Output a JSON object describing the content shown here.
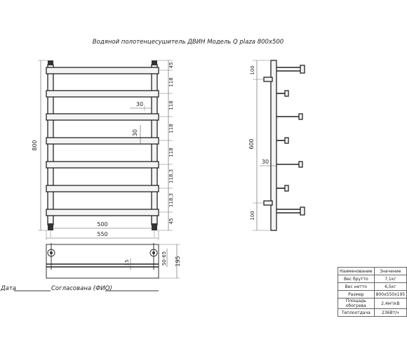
{
  "title": "Водяной полотенцесушитель ДВИН Модель Q plaza 800x500",
  "front_view": {
    "total_height": "800",
    "spacings_right": [
      "45",
      "118",
      "118",
      "118",
      "118",
      "118,3",
      "118,3",
      "45"
    ],
    "inner_width": "500",
    "outer_width": "550",
    "label_30_top": "30",
    "label_30_mid": "30"
  },
  "side_view": {
    "top": "100",
    "middle": "600",
    "bottom": "100",
    "label_30": "30"
  },
  "top_view": {
    "label_15": "15",
    "label_50_65": "50-65",
    "label_195": "195"
  },
  "bottom_line": {
    "date": "Дата",
    "agreed": "Согласована (ФИО)"
  },
  "spec_table": {
    "header": [
      "Наименование",
      "Значение"
    ],
    "rows": [
      [
        "Вес брутто",
        "7,1кг"
      ],
      [
        "Вес нетто",
        "6,5кг"
      ],
      [
        "Размер",
        "800x550x195"
      ],
      [
        "Площадь обогрева",
        "2,4м²/кВ"
      ],
      [
        "Теплоотдача",
        "236Вт/ч"
      ]
    ]
  }
}
